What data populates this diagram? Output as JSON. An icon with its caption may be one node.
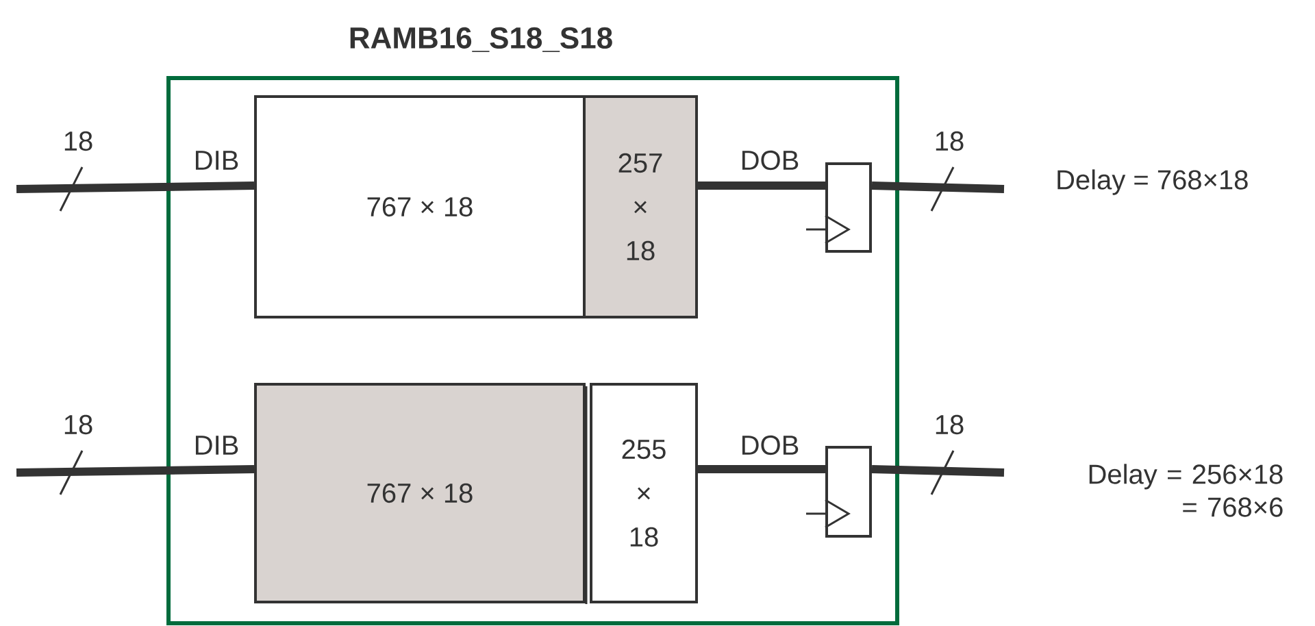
{
  "diagram": {
    "nodes": [
      {
        "text": [
          "RAMB16_S18_S18"
        ]
      },
      {
        "text": [
          "767 × 18"
        ],
        "in": 0
      },
      {
        "text": [
          "257 × 18"
        ],
        "in": 0
      },
      {
        "text": [],
        "shape": "box",
        "in": 0
      },
      {
        "text": [
          "767 × 18"
        ],
        "in": 0
      },
      {
        "text": [
          "255 × 18"
        ],
        "in": 0
      },
      {
        "text": [],
        "shape": "box",
        "in": 0
      }
    ],
    "edges": [
      {
        "from": null,
        "to": 1,
        "arrow": "none"
      },
      {
        "from": 2,
        "to": 3,
        "arrow": "none"
      },
      {
        "from": 3,
        "to": null,
        "arrow": "none"
      },
      {
        "from": null,
        "to": 4,
        "arrow": "none"
      },
      {
        "from": 5,
        "to": 6,
        "arrow": "none"
      },
      {
        "from": 6,
        "to": null,
        "arrow": "none"
      }
    ],
    "labels": [
      "18",
      "DIB",
      "DOB",
      "18",
      "Delay = 768×18",
      "18",
      "DIB",
      "DOB",
      "18",
      "Delay = 256×18 = 768×6"
    ]
  }
}
